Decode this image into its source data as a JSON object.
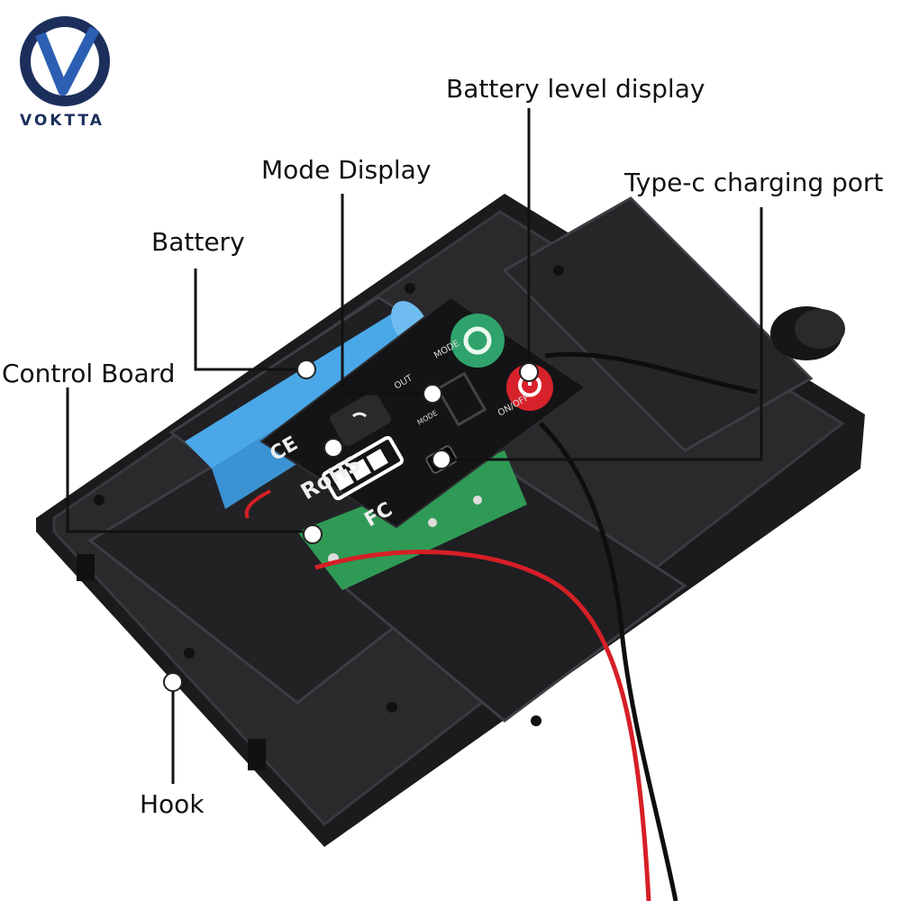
{
  "brand": {
    "name": "VOKTTA"
  },
  "callouts": {
    "battery_level_display": "Battery level display",
    "mode_display": "Mode Display",
    "type_c_port": "Type-c charging port",
    "battery": "Battery",
    "control_board": "Control Board",
    "hook": "Hook"
  },
  "panel": {
    "mode_label": "MODE",
    "out_label": "OUT",
    "onoff_label": "ON/OFF",
    "mode_small": "MODE",
    "rohs": "RoHS",
    "ce": "CE",
    "fc": "FC"
  },
  "colors": {
    "case": "#1b1b1d",
    "case_edge": "#3a3a3e",
    "battery": "#4aa8e8",
    "gear_button": "#2fa36b",
    "power_button": "#d8222b",
    "pcb": "#2f9a55",
    "wire_red": "#d61f26",
    "wire_black": "#0e0e0e",
    "brand_blue": "#1c2f5c"
  },
  "icons": [
    "voktta-logo",
    "gear-icon",
    "power-icon",
    "wifi-icon",
    "battery-level-icon",
    "usb-icon",
    "callout-dot"
  ]
}
